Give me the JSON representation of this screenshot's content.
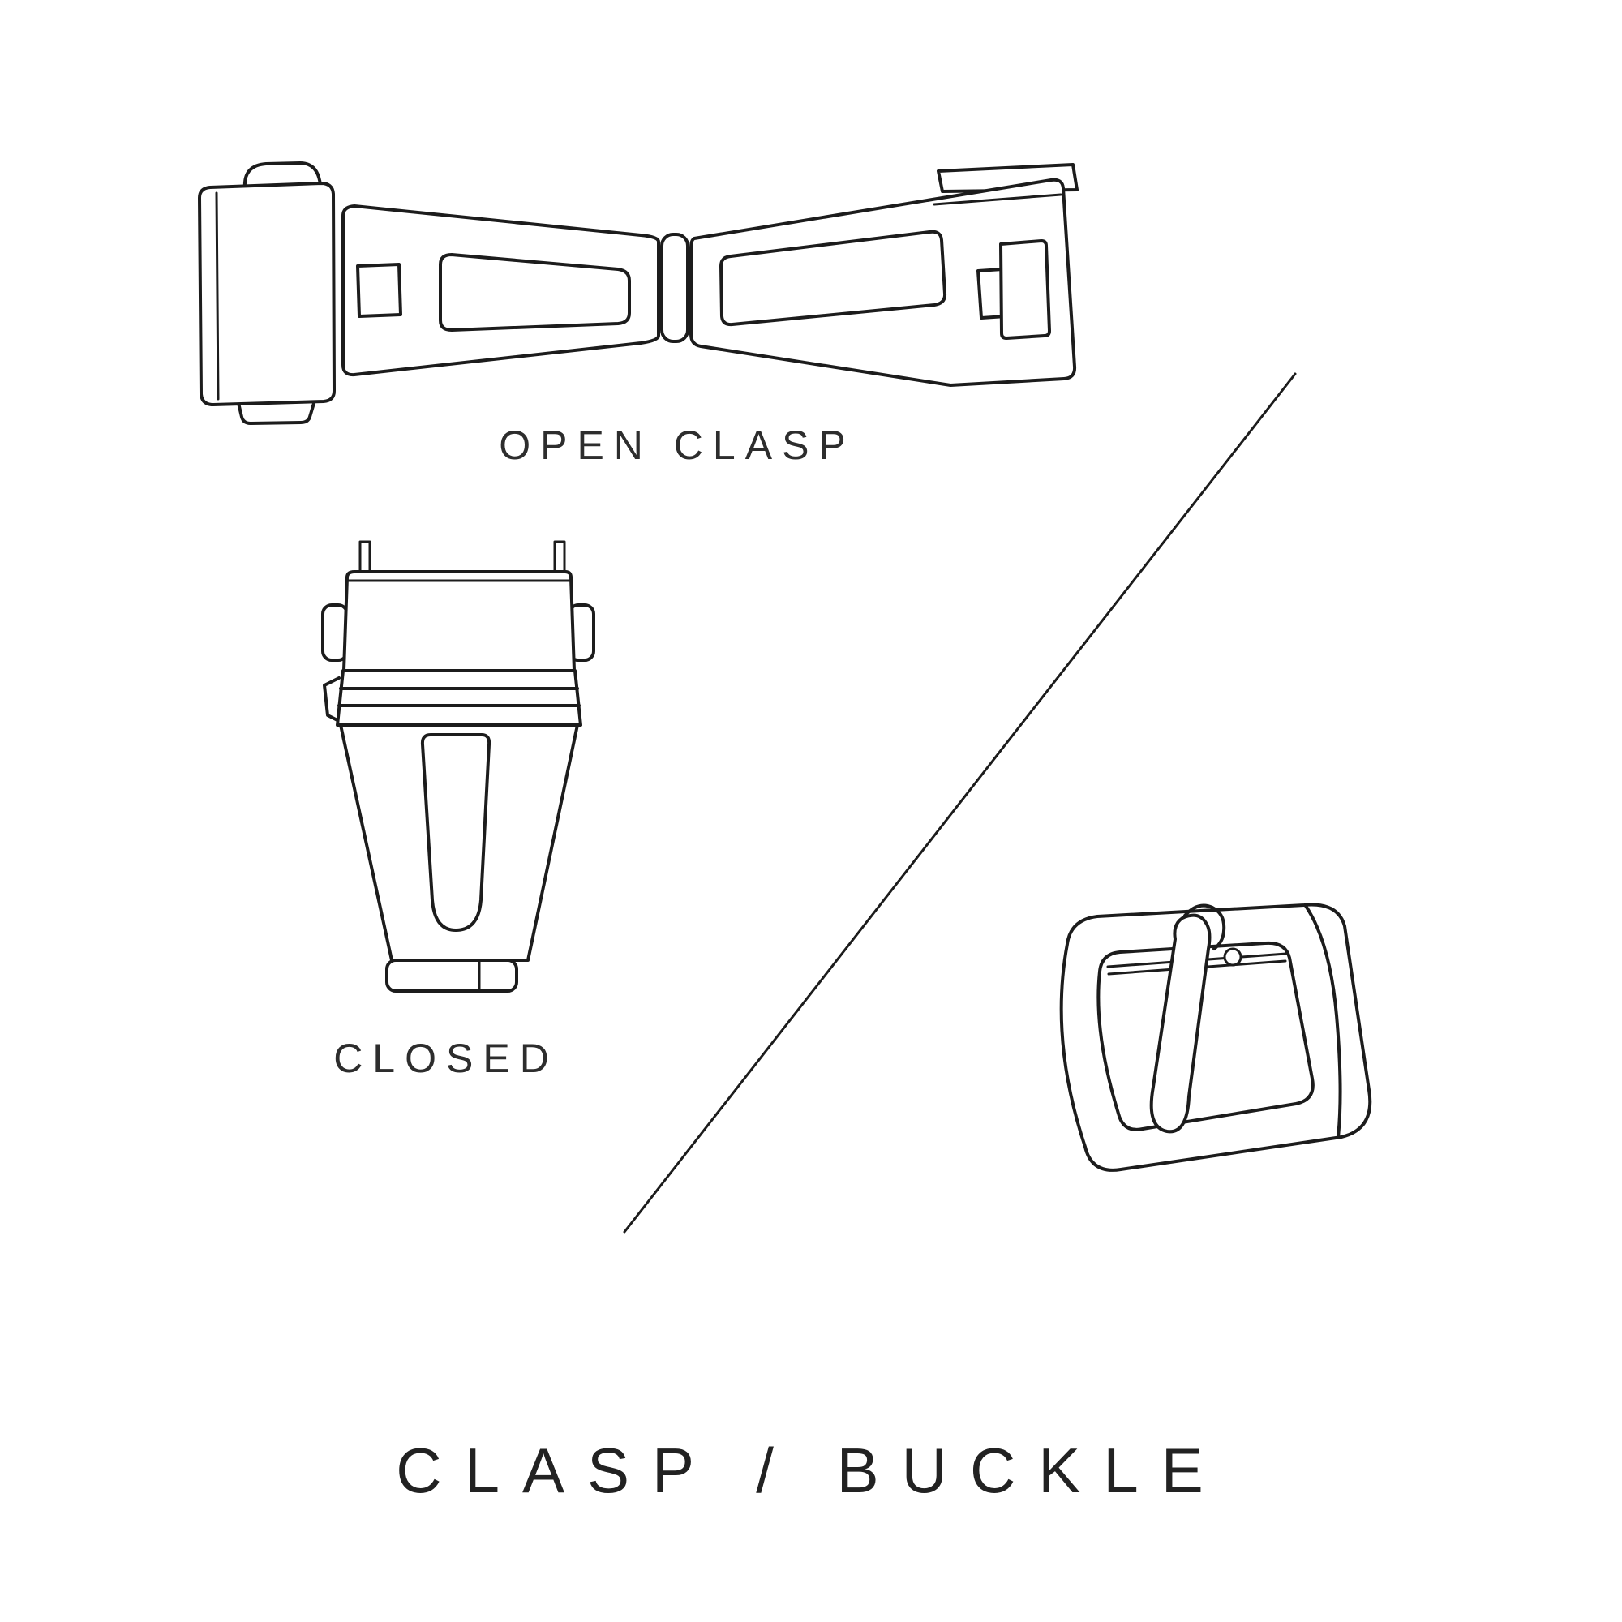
{
  "page": {
    "background_color": "#ffffff",
    "stroke_color": "#1c1c1c",
    "text_color": "#2d2d2d"
  },
  "title": {
    "text": "CLASP / BUCKLE"
  },
  "figures": {
    "open_clasp": {
      "label": "OPEN CLASP",
      "illustration": "open-clasp-line-drawing"
    },
    "closed_clasp": {
      "label": "CLOSED",
      "illustration": "closed-clasp-line-drawing"
    },
    "buckle": {
      "illustration": "tang-buckle-line-drawing"
    }
  },
  "divider": {
    "style": "thin-diagonal-line"
  }
}
